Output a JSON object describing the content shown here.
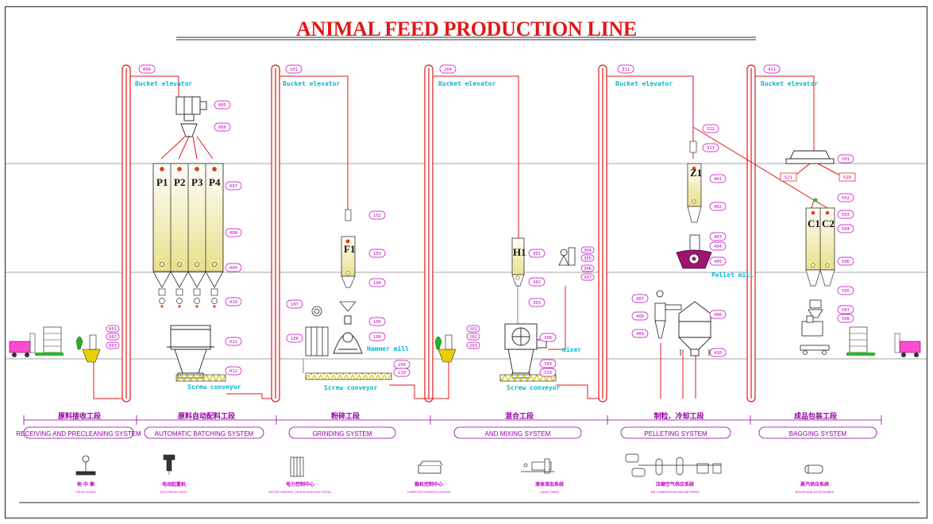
{
  "title": "ANIMAL FEED PRODUCTION LINE",
  "bins_left": [
    "P1",
    "P2",
    "P3",
    "P4"
  ],
  "bin_f": "F1",
  "bin_h": "H1",
  "bin_z": "Z1",
  "bins_right": [
    "C1",
    "C2"
  ],
  "labels": {
    "elevator": "Bucket elevator",
    "screw": "Screw conveyor",
    "hammer": "Hammer mill",
    "mixer": "mixer",
    "pellet": "Pellet mill"
  },
  "tags": {
    "t004": "004",
    "t005": "005",
    "t006": "006",
    "t007": "007",
    "t008": "008",
    "t009": "009",
    "t010": "010",
    "t011": "011",
    "t012": "012",
    "t001": "001",
    "t002": "002",
    "t003": "003",
    "t101": "101",
    "t102": "102",
    "t103": "103",
    "t104": "104",
    "t105": "105",
    "t106": "106",
    "t107": "107",
    "t108": "108",
    "t109": "109",
    "t110": "110",
    "t201": "201",
    "t202": "202",
    "t203": "203",
    "t204": "204",
    "t301": "301",
    "t302": "302",
    "t303": "303",
    "t304": "304",
    "t305": "305",
    "t306": "306",
    "t307": "307",
    "t308": "308",
    "t309": "309",
    "t310": "310",
    "t311": "311",
    "t312": "312",
    "t313": "313",
    "t401": "401",
    "t402": "402",
    "t403": "403",
    "t404": "404",
    "t405": "405",
    "t406": "406",
    "t407": "407",
    "t408": "408",
    "t409": "409",
    "t410": "410",
    "t411": "411",
    "t501": "501",
    "t502": "502",
    "t503": "503",
    "t504": "504",
    "t505": "505",
    "t506": "506",
    "t507": "507",
    "t508": "508",
    "t521": "521",
    "t520": "520"
  },
  "sections": [
    {
      "cn": "原料接收工段",
      "en": "RECEIVING AND PRECLEANING SYSTEM"
    },
    {
      "cn": "原料自动配料工段",
      "en": "AUTOMATIC BATCHING  SYSTEM"
    },
    {
      "cn": "粉碎工段",
      "en": "GRINDING SYSTEM"
    },
    {
      "cn": "混合工段",
      "en": "AND MIXING SYSTEM"
    },
    {
      "cn": "制粒、冷却工段",
      "en": "PELLETING SYSTEM"
    },
    {
      "cn": "成品包装工段",
      "en": "BAGGING SYSTEM"
    }
  ],
  "utilities": [
    {
      "cn": "地 中 衡",
      "en": "TRUCK SCALE"
    },
    {
      "cn": "电动起重机",
      "en": "ELECTRICAL HOIST"
    },
    {
      "cn": "电力控制中心",
      "en": "MOTOR CONTROL CENTER AND ELECTRICAL"
    },
    {
      "cn": "微机控制中心",
      "en": "COMPUTER CONTROL CENTER"
    },
    {
      "cn": "液体添加系统",
      "en": "LIQUID TANKS"
    },
    {
      "cn": "压缩空气供应系统",
      "en": "AIR COMPRESSOR AND AIR PIPING"
    },
    {
      "cn": "蒸汽供应系统",
      "en": "BOILER AND ACCESSORIES"
    }
  ],
  "colors": {
    "title": "#e01818",
    "pipe": "#e01818",
    "label": "#00b8d8",
    "tag": "#c000c0",
    "section": "#9000a0"
  }
}
